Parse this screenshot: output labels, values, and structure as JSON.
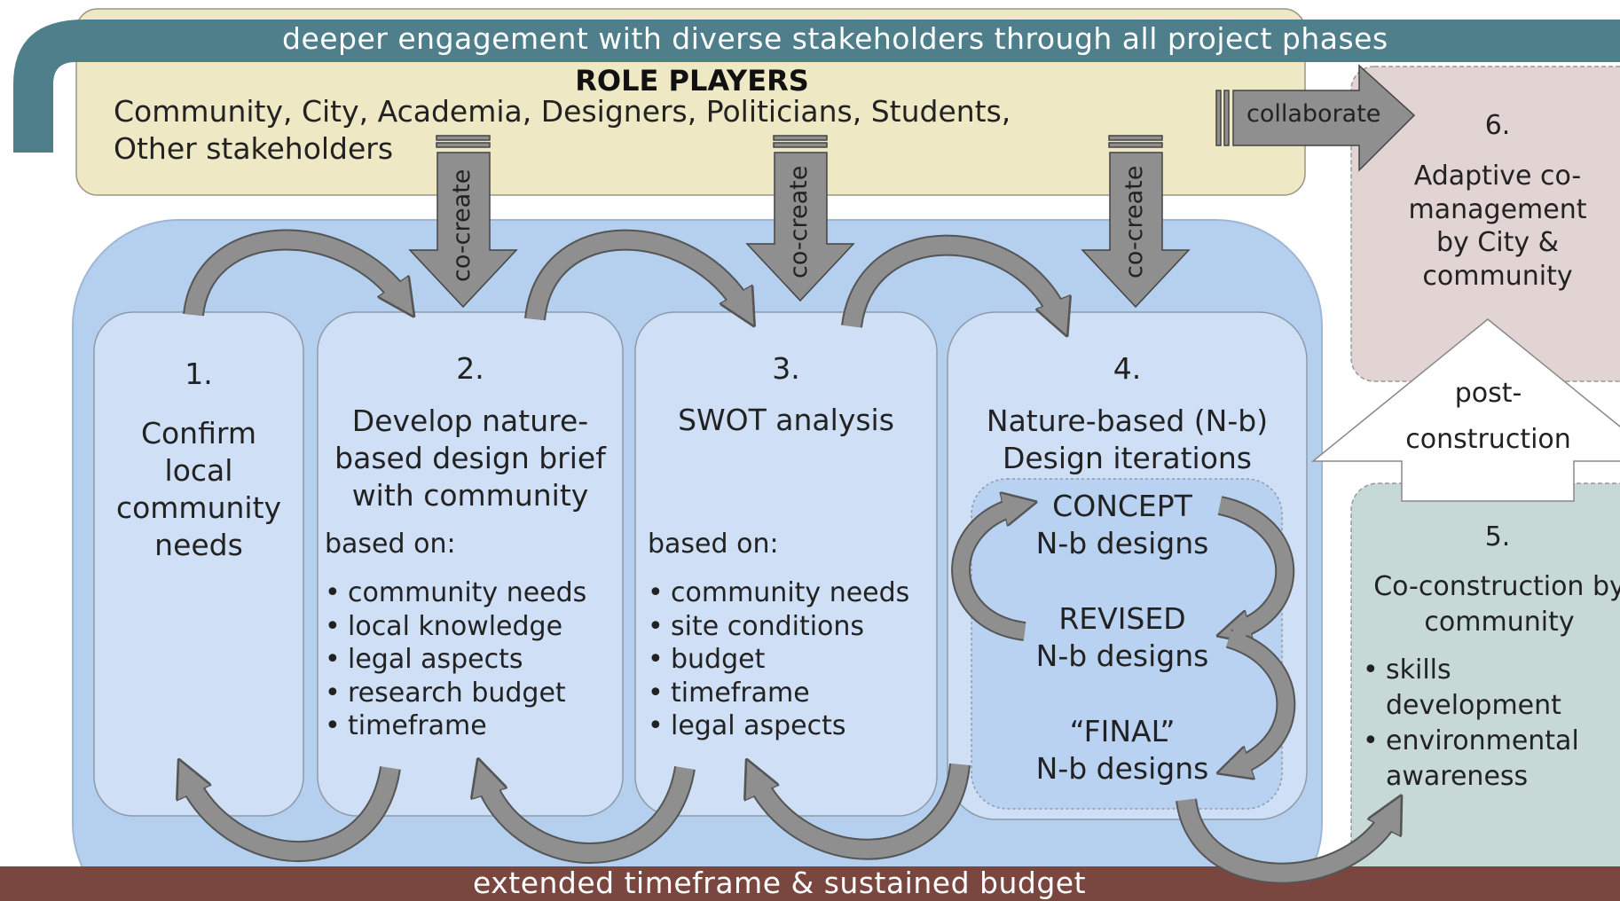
{
  "banner_top": "deeper engagement with diverse stakeholders through all project phases",
  "banner_bottom": "extended timeframe & sustained budget",
  "role_players": {
    "title": "ROLE PLAYERS",
    "line1": "Community, City, Academia, Designers, Politicians, Students,",
    "line2": "Other stakeholders"
  },
  "cocreate_label": "co-create",
  "collaborate_label": "collaborate",
  "post_construction": {
    "line1": "post-",
    "line2": "construction"
  },
  "steps": [
    {
      "number": "1.",
      "title": "Confirm\nlocal\ncommunity\nneeds"
    },
    {
      "number": "2.",
      "title": "Develop nature-\nbased design brief\nwith community",
      "based_on": "based on:",
      "bullets": [
        "community needs",
        "local knowledge",
        "legal aspects",
        "research budget",
        "timeframe"
      ]
    },
    {
      "number": "3.",
      "title": "SWOT analysis",
      "based_on": "based on:",
      "bullets": [
        "community needs",
        "site conditions",
        "budget",
        "timeframe",
        "legal aspects"
      ]
    },
    {
      "number": "4.",
      "title": "Nature-based (N-b)\nDesign iterations",
      "iterations": [
        {
          "label": "CONCEPT",
          "sub": "N-b designs"
        },
        {
          "label": "REVISED",
          "sub": "N-b designs"
        },
        {
          "label": "“FINAL”",
          "sub": "N-b designs"
        }
      ]
    },
    {
      "number": "5.",
      "title": "Co-construction by\ncommunity",
      "bullets": [
        "skills\ndevelopment",
        "environmental\nawareness"
      ]
    },
    {
      "number": "6.",
      "title": "Adaptive co-\nmanagement\nby City &\ncommunity"
    }
  ],
  "colors": {
    "teal": "#4e7f8b",
    "role_fill": "#efe8c4",
    "big_panel": "#b5d0ef",
    "step_box": "#cfe0f6",
    "iter_box": "#b9d2f1",
    "step5": "#c7d9d7",
    "step6": "#e2d4d3",
    "bottom_bar": "#7a4640",
    "arrow_gray": "#8f8f8f"
  }
}
